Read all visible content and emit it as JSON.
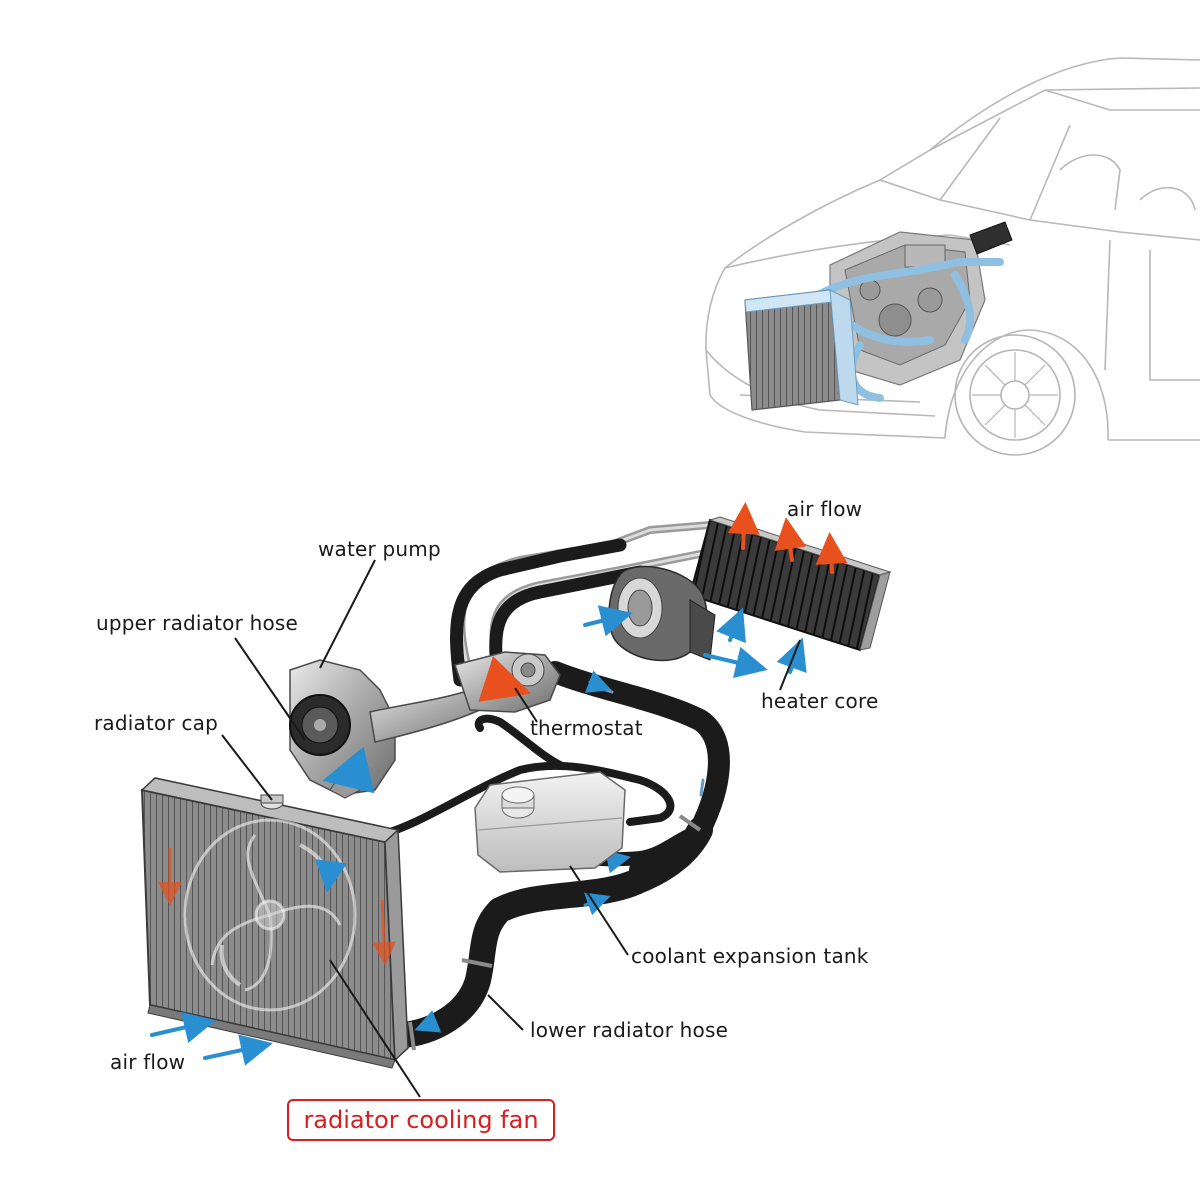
{
  "labels": {
    "water_pump": "water pump",
    "upper_radiator_hose": "upper radiator hose",
    "radiator_cap": "radiator cap",
    "thermostat": "thermostat",
    "air_flow_top": "air flow",
    "heater_core": "heater core",
    "coolant_expansion_tank": "coolant expansion tank",
    "lower_radiator_hose": "lower radiator hose",
    "air_flow_bottom": "air flow",
    "radiator_cooling_fan": "radiator cooling fan"
  },
  "colors": {
    "highlight": "#d81e1e",
    "coolant_blue": "#2a8fd0",
    "hot_orange": "#e8501e",
    "hose_black": "#1b1b1b"
  }
}
